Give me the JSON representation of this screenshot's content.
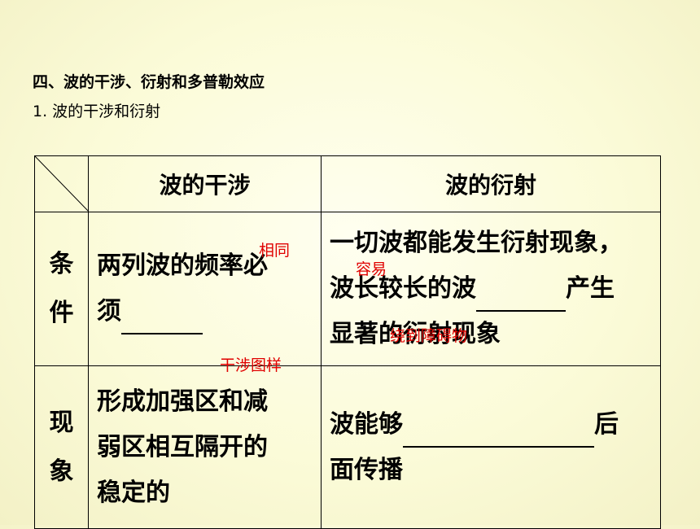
{
  "headings": {
    "section": "四、波的干涉、衍射和多普勒效应",
    "subsection": "1. 波的干涉和衍射"
  },
  "table": {
    "columns": [
      "波的干涉",
      "波的衍射"
    ],
    "rows": [
      {
        "label": [
          "条",
          "件"
        ],
        "interference": [
          "两列波的频率必",
          "须"
        ],
        "diffraction": [
          "一切波都能发生衍射现象，",
          "波长较长的波",
          "产生",
          "显著的衍射现象"
        ]
      },
      {
        "label": [
          "现",
          "象"
        ],
        "interference": [
          "形成加强区和减",
          "弱区相互隔开的",
          "稳定的"
        ],
        "diffraction": [
          "波能够",
          "后",
          "面传播"
        ]
      }
    ]
  },
  "answers": {
    "same": "相同",
    "easy": "容易",
    "pattern": "干涉图样",
    "around_obstacle": "绕到障碍物"
  },
  "colors": {
    "answer": "#e00000",
    "background": "#fbfbd8"
  }
}
